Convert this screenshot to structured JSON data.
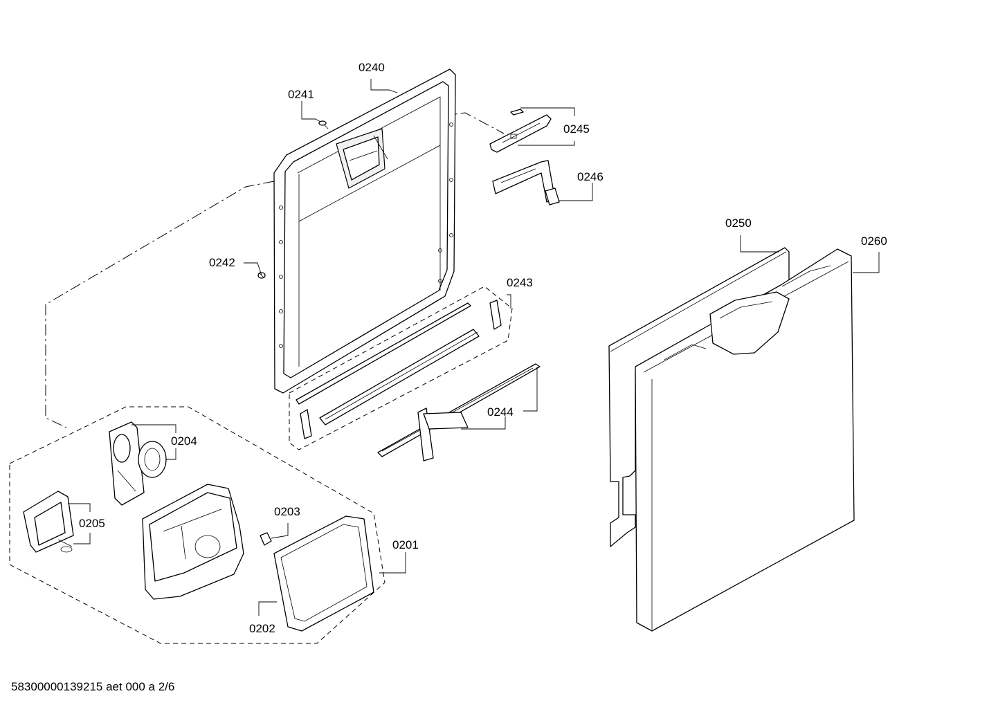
{
  "labels": {
    "p0240": "0240",
    "p0241": "0241",
    "p0242": "0242",
    "p0243": "0243",
    "p0244": "0244",
    "p0245": "0245",
    "p0246": "0246",
    "p0250": "0250",
    "p0260": "0260",
    "p0201": "0201",
    "p0202": "0202",
    "p0203": "0203",
    "p0204": "0204",
    "p0205": "0205"
  },
  "footer": {
    "text": "58300000139215 aet 000 a 2/6"
  }
}
